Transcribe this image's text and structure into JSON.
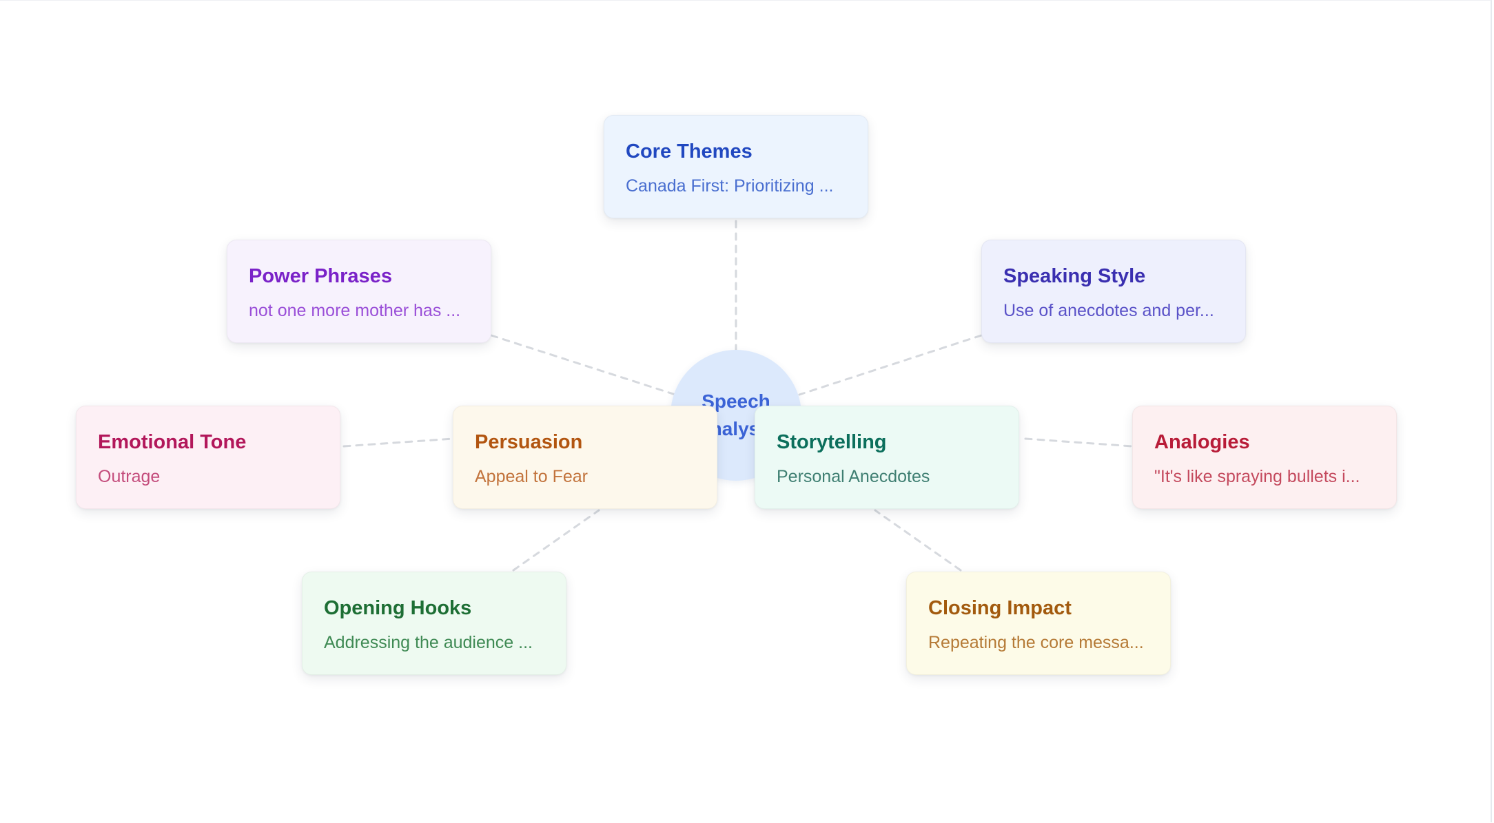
{
  "hub": {
    "label": "Speech Analysis"
  },
  "nodes": {
    "core_themes": {
      "title": "Core Themes",
      "summary": "Canada First: Prioritizing ..."
    },
    "power_phrases": {
      "title": "Power Phrases",
      "summary": "not one more mother has ..."
    },
    "speaking_style": {
      "title": "Speaking Style",
      "summary": "Use of anecdotes and per..."
    },
    "emotional_tone": {
      "title": "Emotional Tone",
      "summary": "Outrage"
    },
    "persuasion": {
      "title": "Persuasion",
      "summary": "Appeal to Fear"
    },
    "storytelling": {
      "title": "Storytelling",
      "summary": "Personal Anecdotes"
    },
    "analogies": {
      "title": "Analogies",
      "summary": "\"It's like spraying bullets i..."
    },
    "opening_hooks": {
      "title": "Opening Hooks",
      "summary": "Addressing the audience ..."
    },
    "closing_impact": {
      "title": "Closing Impact",
      "summary": "Repeating the core messa..."
    }
  },
  "colors": {
    "connector": "#d6d9de",
    "hub_fill": "#dce9fc",
    "hub_text": "#3b63d6"
  }
}
